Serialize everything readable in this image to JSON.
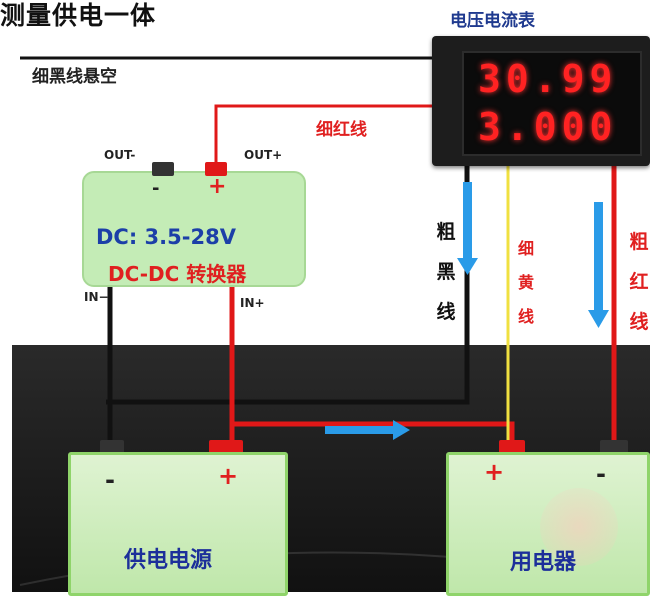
{
  "title": "测量供电一体",
  "meter": {
    "title": "电压电流表",
    "voltage": "30.99",
    "current": "3.000"
  },
  "labels": {
    "thin_black": "细黑线悬空",
    "thin_red": "细红线",
    "thick_black": [
      "粗",
      "黑",
      "线"
    ],
    "thin_yellow": [
      "细",
      "黄",
      "线"
    ],
    "thick_red": [
      "粗",
      "红",
      "线"
    ]
  },
  "converter": {
    "out_minus": "OUT-",
    "out_plus": "OUT+",
    "spec": "DC: 3.5-28V",
    "name": "DC-DC 转换器",
    "in_minus": "IN−",
    "in_plus": "IN+",
    "minus_sign": "-",
    "plus_sign": "+"
  },
  "power_source": {
    "label": "供电电源",
    "minus": "-",
    "plus": "+"
  },
  "load": {
    "label": "用电器",
    "plus": "+",
    "minus": "-"
  },
  "colors": {
    "red_wire": "#e01818",
    "black_wire": "#111111",
    "yellow_wire": "#f0e040",
    "arrow_blue": "#2a9be8",
    "label_red": "#e02020",
    "label_blue": "#1c2f9a"
  }
}
